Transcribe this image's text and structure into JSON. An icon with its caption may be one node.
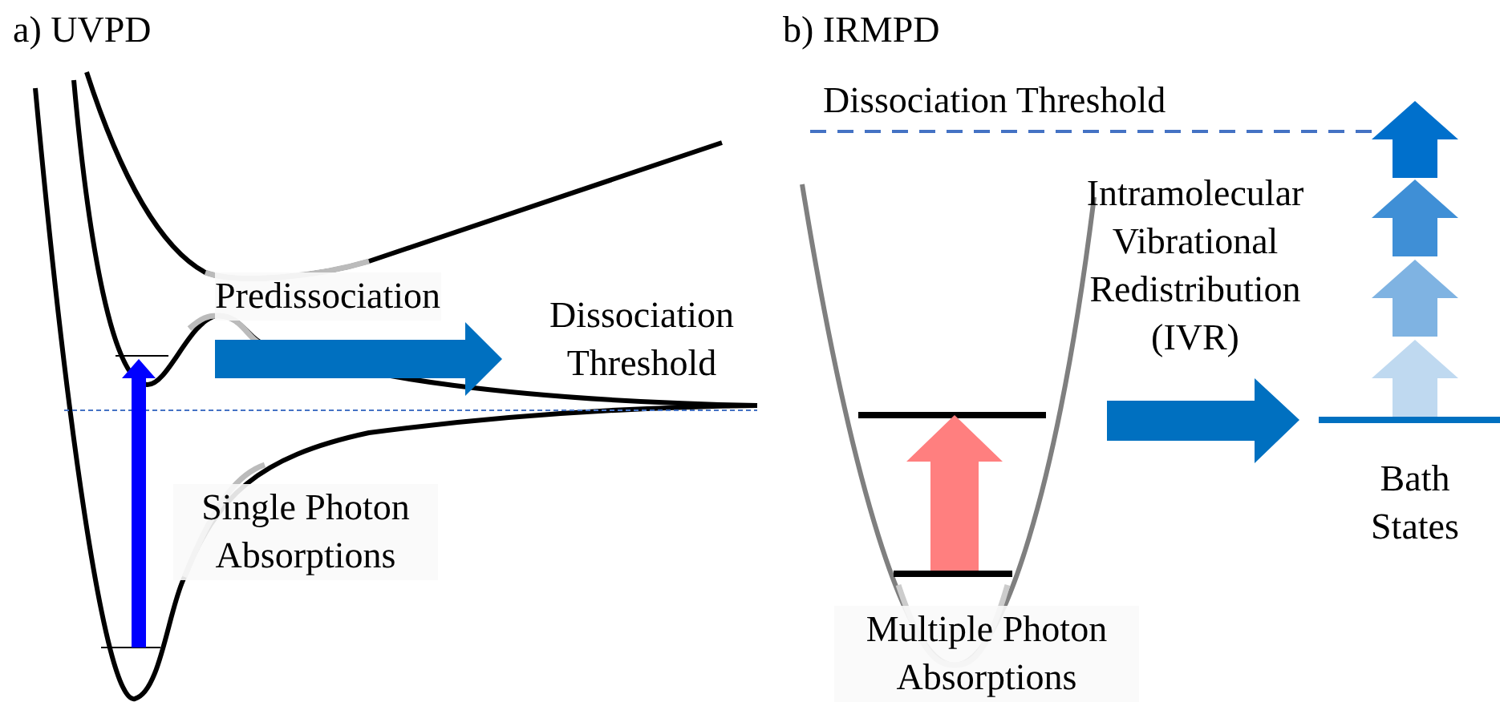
{
  "diagram": {
    "labels": [
      "a) UVPD",
      "b) IRMPD",
      "Dissociation Threshold",
      "Intramolecular Vibrational Redistribution (IVR)",
      "Predissociation",
      "Dissociation Threshold",
      "Single Photon Absorptions",
      "Bath States",
      "Multiple Photon Absorptions"
    ]
  }
}
